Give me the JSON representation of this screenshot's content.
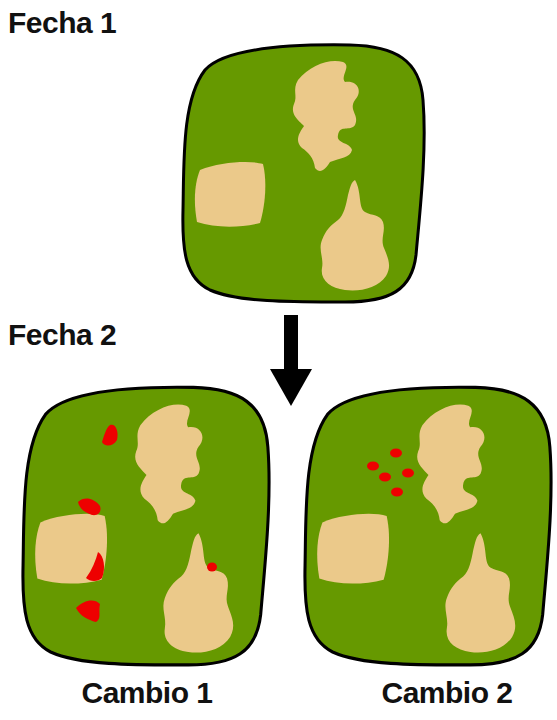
{
  "diagram": {
    "labels": [
      "Fecha 1",
      "Fecha 2",
      "Cambio 1",
      "Cambio 2"
    ]
  }
}
